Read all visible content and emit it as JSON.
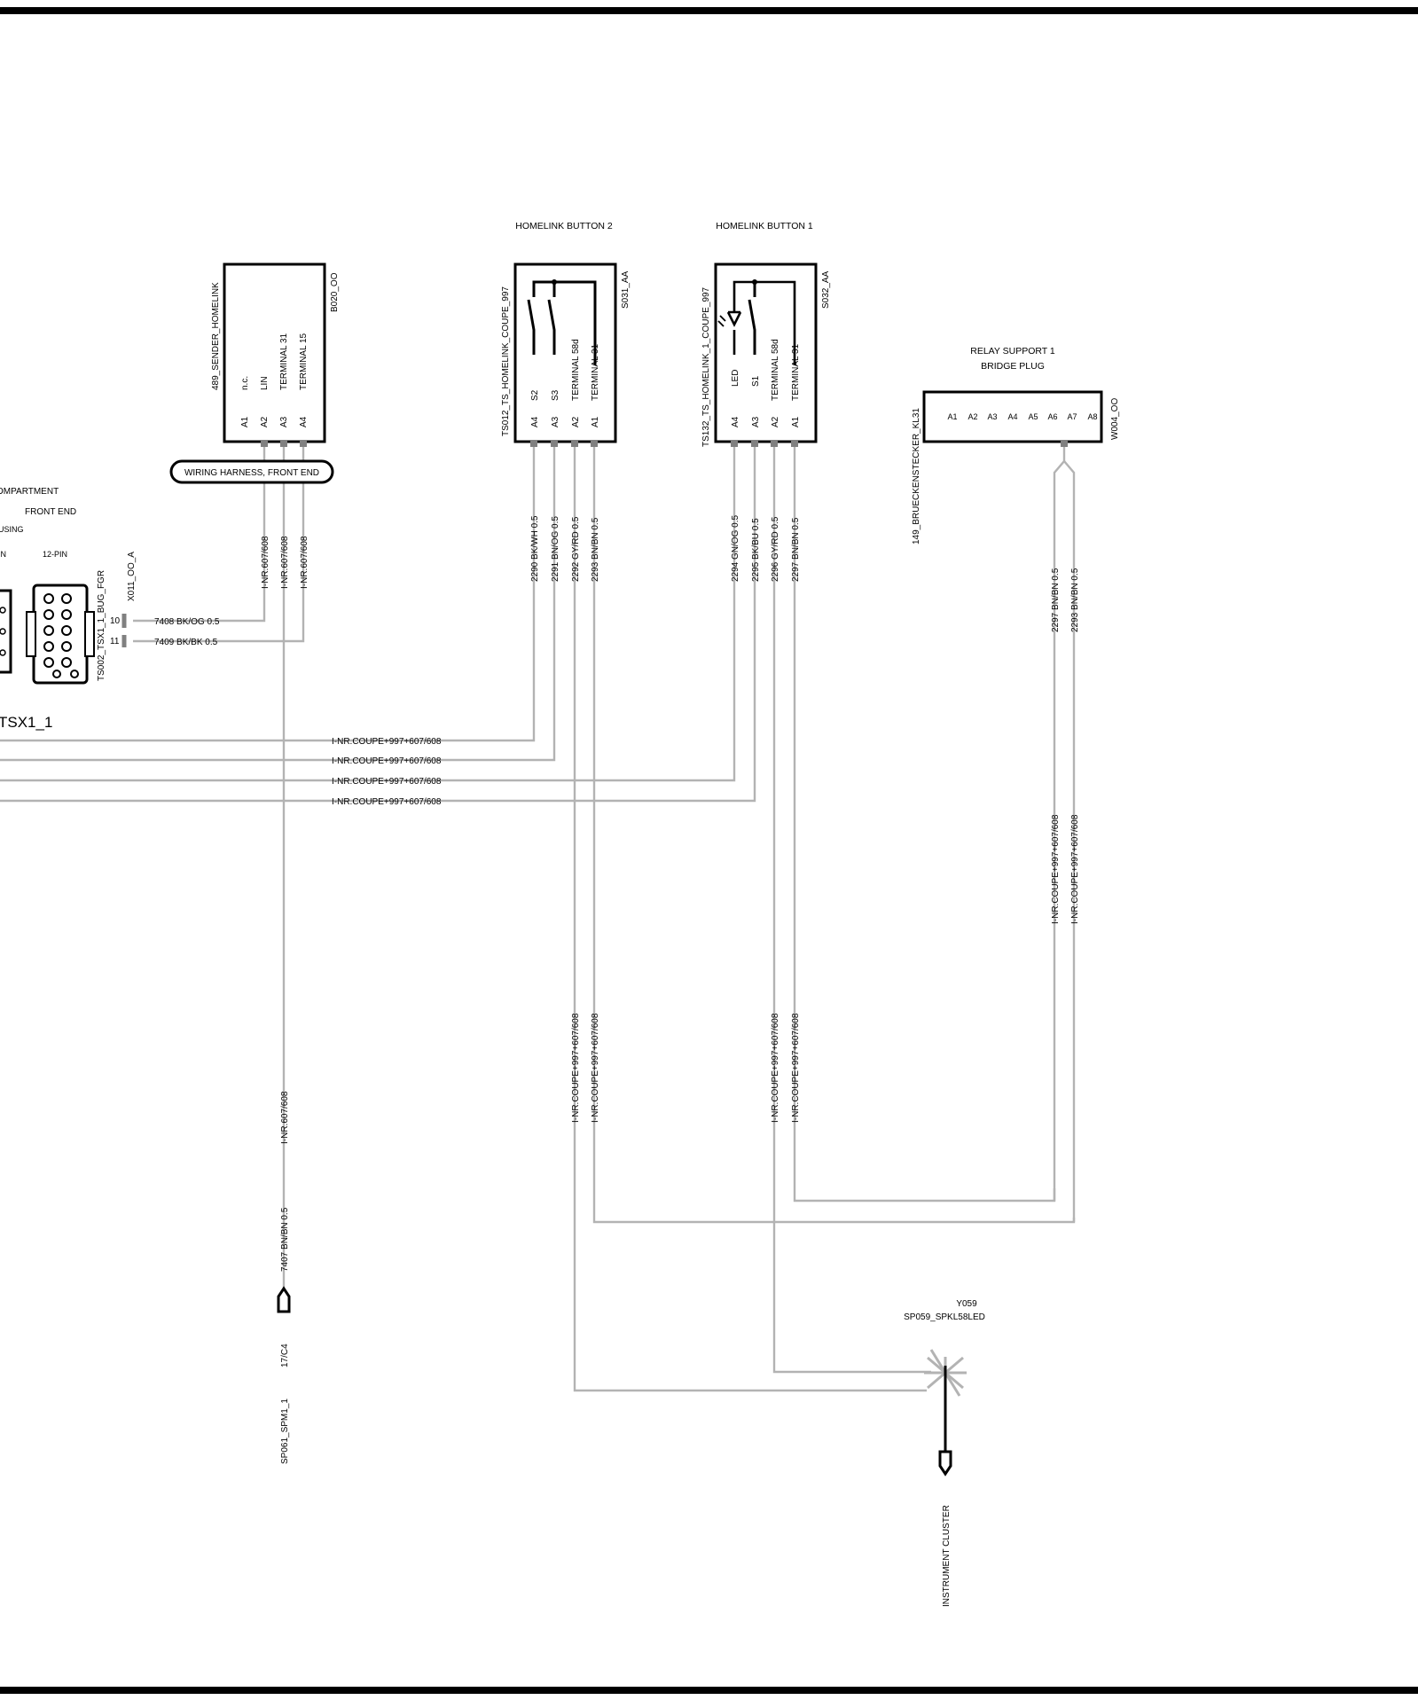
{
  "connectors": {
    "sender": {
      "name": "489_SENDER_HOMELINK",
      "code": "B020_OO",
      "functions": [
        "n.c.",
        "LIN",
        "TERMINAL 31",
        "TERMINAL 15"
      ],
      "pins": [
        "A1",
        "A2",
        "A3",
        "A4"
      ],
      "harness": "WIRING HARNESS, FRONT END"
    },
    "button2": {
      "title": "HOMELINK BUTTON 2",
      "name": "TS012_TS_HOMELINK_COUPE_997",
      "code": "S031_AA",
      "functions": [
        "S2",
        "S3",
        "TERMINAL 58d",
        "TERMINAL 31"
      ],
      "pins": [
        "A4",
        "A3",
        "A2",
        "A1"
      ]
    },
    "button1": {
      "title": "HOMELINK BUTTON 1",
      "name": "TS132_TS_HOMELINK_1_COUPE_997",
      "code": "S032_AA",
      "functions": [
        "LED",
        "S1",
        "TERMINAL 58d",
        "TERMINAL 31"
      ],
      "pins": [
        "A4",
        "A3",
        "A2",
        "A1"
      ]
    },
    "relay": {
      "title_line1": "RELAY SUPPORT 1",
      "title_line2": "BRIDGE PLUG",
      "name": "149_BRUECKENSTECKER_KL31",
      "code": "W004_OO",
      "pins": [
        "A1",
        "A2",
        "A3",
        "A4",
        "A5",
        "A6",
        "A7",
        "A8"
      ]
    },
    "left": {
      "compartment": "OMPARTMENT",
      "front_end": "FRONT END",
      "housing": "USING",
      "pin_frag": "IN",
      "pin12": "12-PIN",
      "name": "TS002_TSX1_1_BUG_FGR",
      "code": "X011_OO_A",
      "tsx": "TSX1_1",
      "pin10": "10",
      "pin11": "11"
    }
  },
  "wires": {
    "w7408": "7408 BK/OG 0.5",
    "w7409": "7409 BK/BK 0.5",
    "inr607": "I-NR.607/608",
    "w2290": "2290 BK/WH 0.5",
    "w2291": "2291 BN/OG 0.5",
    "w2292": "2292 GY/RD 0.5",
    "w2293": "2293 BN/BN 0.5",
    "w2294": "2294 GN/OG 0.5",
    "w2295": "2295 BK/BU 0.5",
    "w2296": "2296 GY/RD 0.5",
    "w2297": "2297 BN/BN 0.5",
    "w2297r": "2297 BN/BN 0.5",
    "w2293r": "2293 BN/BN 0.5",
    "coupe": "I-NR.COUPE+997+607/608",
    "w7407": "7407 BN/BN 0.5"
  },
  "splices": {
    "spm_ref": "17/C4",
    "spm_name": "SP061_SPM1_1",
    "y059": "Y059",
    "led_splice": "SP059_SPKL58LED",
    "cluster": "INSTRUMENT CLUSTER"
  }
}
